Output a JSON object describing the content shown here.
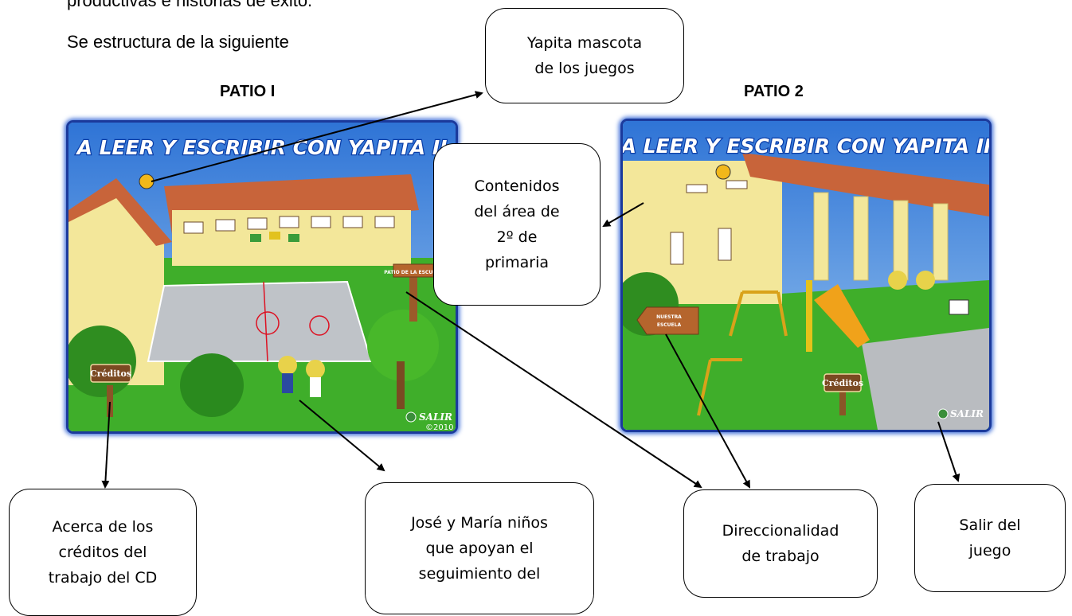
{
  "intro": {
    "line1": "productivas e historias de éxito.",
    "line2": "Se estructura de la siguiente"
  },
  "patios": {
    "patio1_label": "PATIO  I",
    "patio2_label": "PATIO 2"
  },
  "screens": {
    "game_title": "A LEER Y ESCRIBIR CON YAPITA II",
    "creditos_sign": "Créditos",
    "salir_label": "SALIR",
    "year": "©2010",
    "patio1_post_sign": "PATIO DE LA ESCUELA",
    "patio2_arrow_sign_line1": "NUESTRA",
    "patio2_arrow_sign_line2": "ESCUELA"
  },
  "callouts": {
    "yapita": [
      "Yapita mascota",
      "de los  juegos"
    ],
    "contenidos": [
      "Contenidos",
      "del área de",
      "2º de",
      "primaria"
    ],
    "creditos": [
      "Acerca de los",
      "créditos del",
      "trabajo del CD"
    ],
    "jose_maria": [
      "José y María niños",
      "que apoyan el",
      "seguimiento del"
    ],
    "direccionalidad": [
      "Direccionalidad",
      "de trabajo"
    ],
    "salir": [
      "Salir del",
      "juego"
    ]
  },
  "colors": {
    "frame_blue": "#1b3a9c",
    "sky_blue": "#4e8fe0",
    "grass": "#3fae2a",
    "building": "#f3e79a",
    "roof": "#c8643a",
    "court": "#bfc3c8"
  }
}
